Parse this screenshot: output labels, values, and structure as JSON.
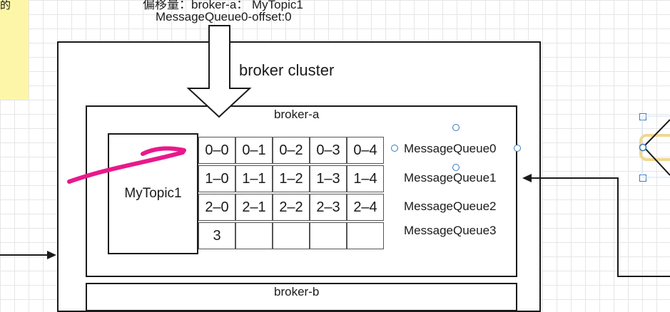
{
  "sticky_note": {
    "text": "的"
  },
  "top_labels": {
    "line1": "偏移量：broker-a：  MyTopic1",
    "line2": "MessageQueue0-offset:0"
  },
  "cluster": {
    "title": "broker cluster"
  },
  "broker_a": {
    "title": "broker-a",
    "topic": "MyTopic1",
    "rows": [
      [
        "0–0",
        "0–1",
        "0–2",
        "0–3",
        "0–4"
      ],
      [
        "1–0",
        "1–1",
        "1–2",
        "1–3",
        "1–4"
      ],
      [
        "2–0",
        "2–1",
        "2–2",
        "2–3",
        "2–4"
      ],
      [
        "3",
        "",
        "",
        "",
        ""
      ]
    ],
    "queues": [
      "MessageQueue0",
      "MessageQueue1",
      "MessageQueue2",
      "MessageQueue3"
    ]
  },
  "broker_b": {
    "title": "broker-b"
  },
  "colors": {
    "annotation": "#e8198b",
    "handles": "#3a7bbf",
    "sticky": "#fdf6a8"
  }
}
